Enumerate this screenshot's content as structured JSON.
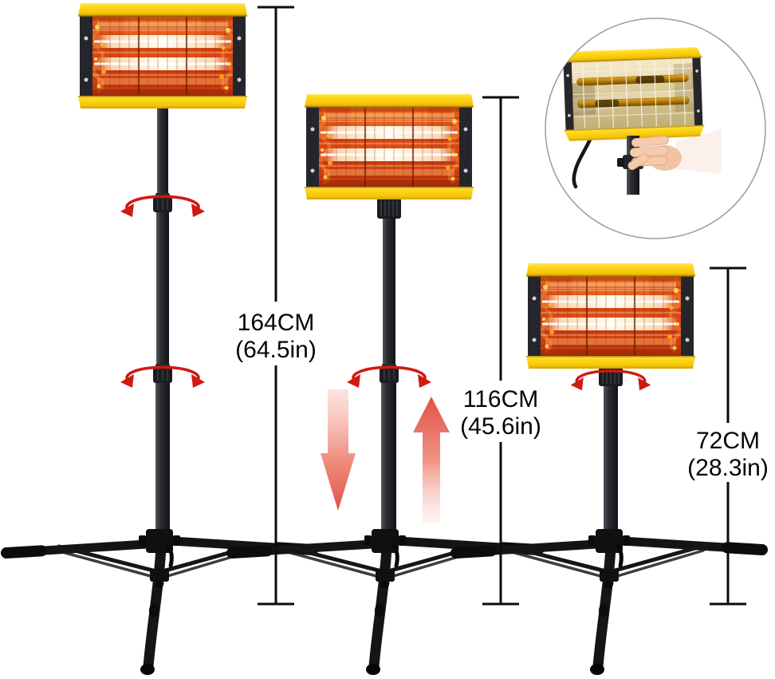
{
  "image": {
    "kind": "product-photo-diagram",
    "subject": "Infrared curing lamp on telescoping tripod stand shown at three heights",
    "background": "#ffffff"
  },
  "variants": [
    {
      "name": "fully-extended",
      "height_cm": "164CM",
      "height_in": "(64.5in)"
    },
    {
      "name": "mid-height",
      "height_cm": "116CM",
      "height_in": "(45.6in)"
    },
    {
      "name": "lowered",
      "height_cm": "72CM",
      "height_in": "(28.3in)"
    }
  ],
  "icons": {
    "rotate": "rotate-arrow-icon",
    "raise": "arrow-up-icon",
    "lower": "arrow-down-icon"
  },
  "colors": {
    "frame_yellow": "#f8cb10",
    "glow_orange": "#dd4a16",
    "glow_white": "#fffdf0",
    "pole_black": "#17181b",
    "arrow_red": "#df4237",
    "rotate_red": "#cf1a12",
    "dimension_line": "#0b0b0b",
    "text": "#050505",
    "skin": "#f1c3a3"
  }
}
